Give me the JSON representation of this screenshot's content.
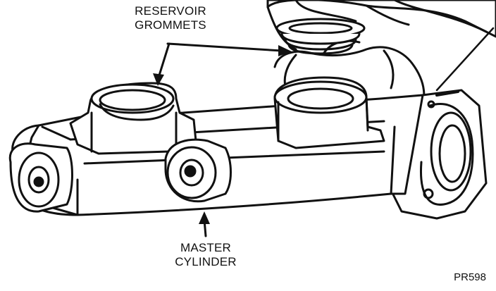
{
  "labels": {
    "reservoir_line1": "RESERVOIR",
    "reservoir_line2": "GROMMETS",
    "master_line1": "MASTER",
    "master_line2": "CYLINDER",
    "figure_code": "PR598"
  },
  "colors": {
    "ink": "#111111",
    "paper": "#ffffff"
  }
}
